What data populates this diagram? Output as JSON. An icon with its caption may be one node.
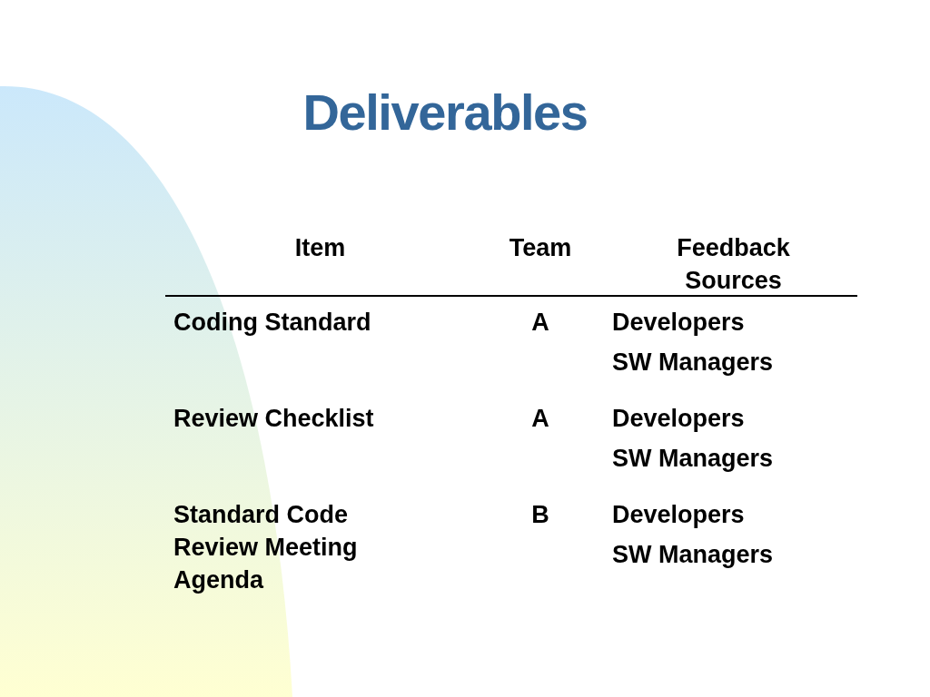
{
  "diagram": {
    "title": "Deliverables",
    "labels": [
      "Item",
      "Team",
      "Feedback Sources",
      "Coding Standard",
      "A",
      "Developers",
      "SW Managers",
      "Review Checklist",
      "A",
      "Developers",
      "SW Managers",
      "Standard Code Review Meeting Agenda",
      "B",
      "Developers",
      "SW Managers"
    ]
  }
}
